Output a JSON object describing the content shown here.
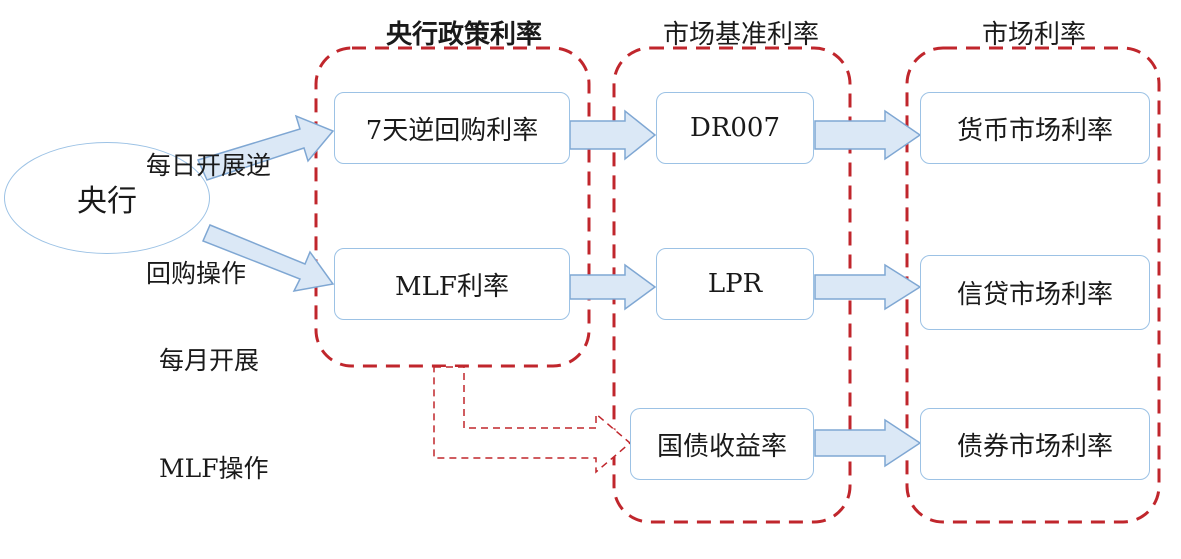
{
  "column_titles": {
    "policy": "央行政策利率",
    "benchmark": "市场基准利率",
    "market": "市场利率"
  },
  "nodes": {
    "central_bank": "央行",
    "reverse_repo_rate": "7天逆回购利率",
    "mlf_rate": "MLF利率",
    "dr007": "DR007",
    "lpr": "LPR",
    "gov_bond_yield": "国债收益率",
    "money_market_rate": "货币市场利率",
    "credit_market_rate": "信贷市场利率",
    "bond_market_rate": "债券市场利率"
  },
  "operations": {
    "daily_line1": "每日开展逆",
    "daily_line2": "回购操作",
    "monthly_line1": "每月开展",
    "monthly_line2": "MLF操作"
  },
  "colors": {
    "group_border": "#c0262c",
    "node_border": "#9cc2e5",
    "arrow_fill": "#dbe8f6",
    "arrow_stroke": "#7fa7d3",
    "dashed_arrow": "#c0262c"
  }
}
